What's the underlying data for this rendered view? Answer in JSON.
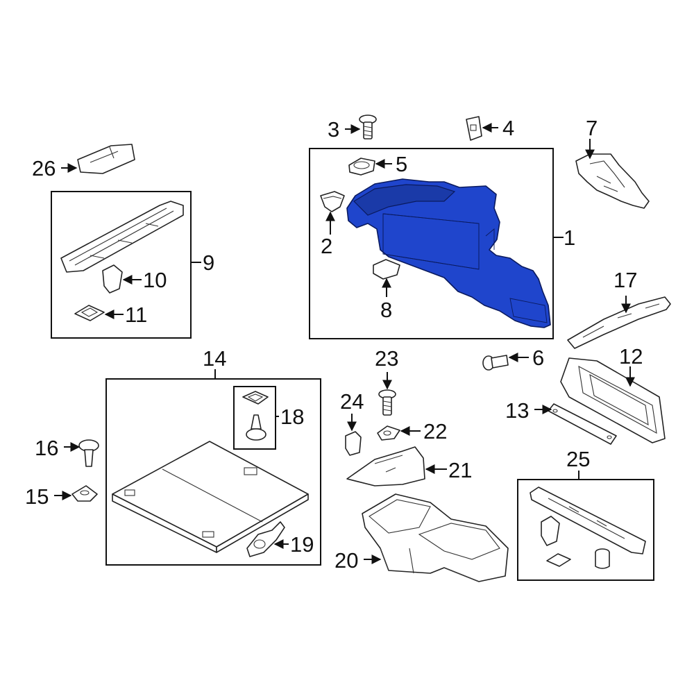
{
  "diagram": {
    "highlight_color": "#1f45cc",
    "callouts": {
      "c1": "1",
      "c2": "2",
      "c3": "3",
      "c4": "4",
      "c5": "5",
      "c6": "6",
      "c7": "7",
      "c8": "8",
      "c9": "9",
      "c10": "10",
      "c11": "11",
      "c12": "12",
      "c13": "13",
      "c14": "14",
      "c15": "15",
      "c16": "16",
      "c17": "17",
      "c18": "18",
      "c19": "19",
      "c20": "20",
      "c21": "21",
      "c22": "22",
      "c23": "23",
      "c24": "24",
      "c25": "25",
      "c26": "26"
    }
  }
}
